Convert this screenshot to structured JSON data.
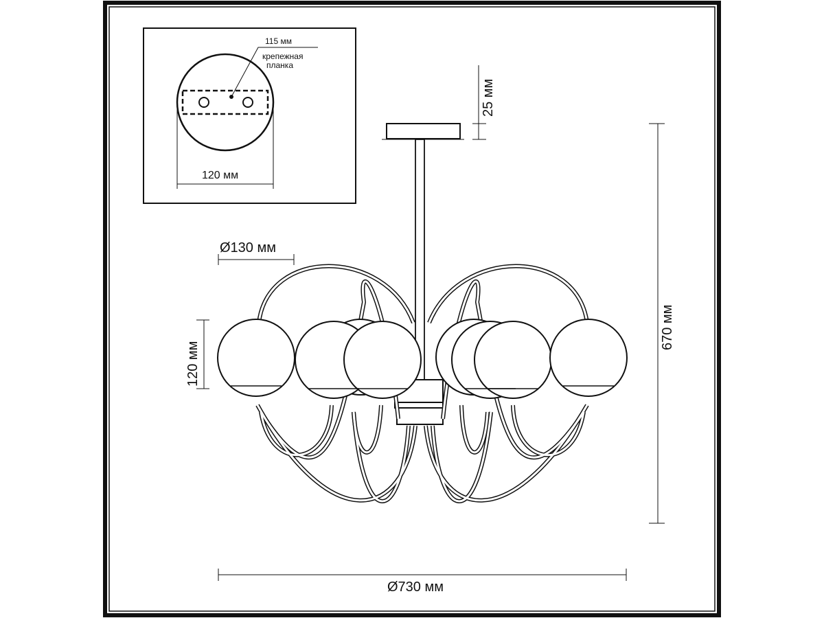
{
  "inset": {
    "bar_width": "115 мм",
    "bar_label_line1": "крепежная",
    "bar_label_line2": "планка",
    "canopy_diameter": "120 мм"
  },
  "dimensions": {
    "canopy_height": "25 мм",
    "total_height": "670 мм",
    "shade_diameter": "Ø130 мм",
    "shade_height": "120 мм",
    "total_diameter": "Ø730 мм"
  },
  "colors": {
    "line": "#111111",
    "background": "#ffffff"
  }
}
